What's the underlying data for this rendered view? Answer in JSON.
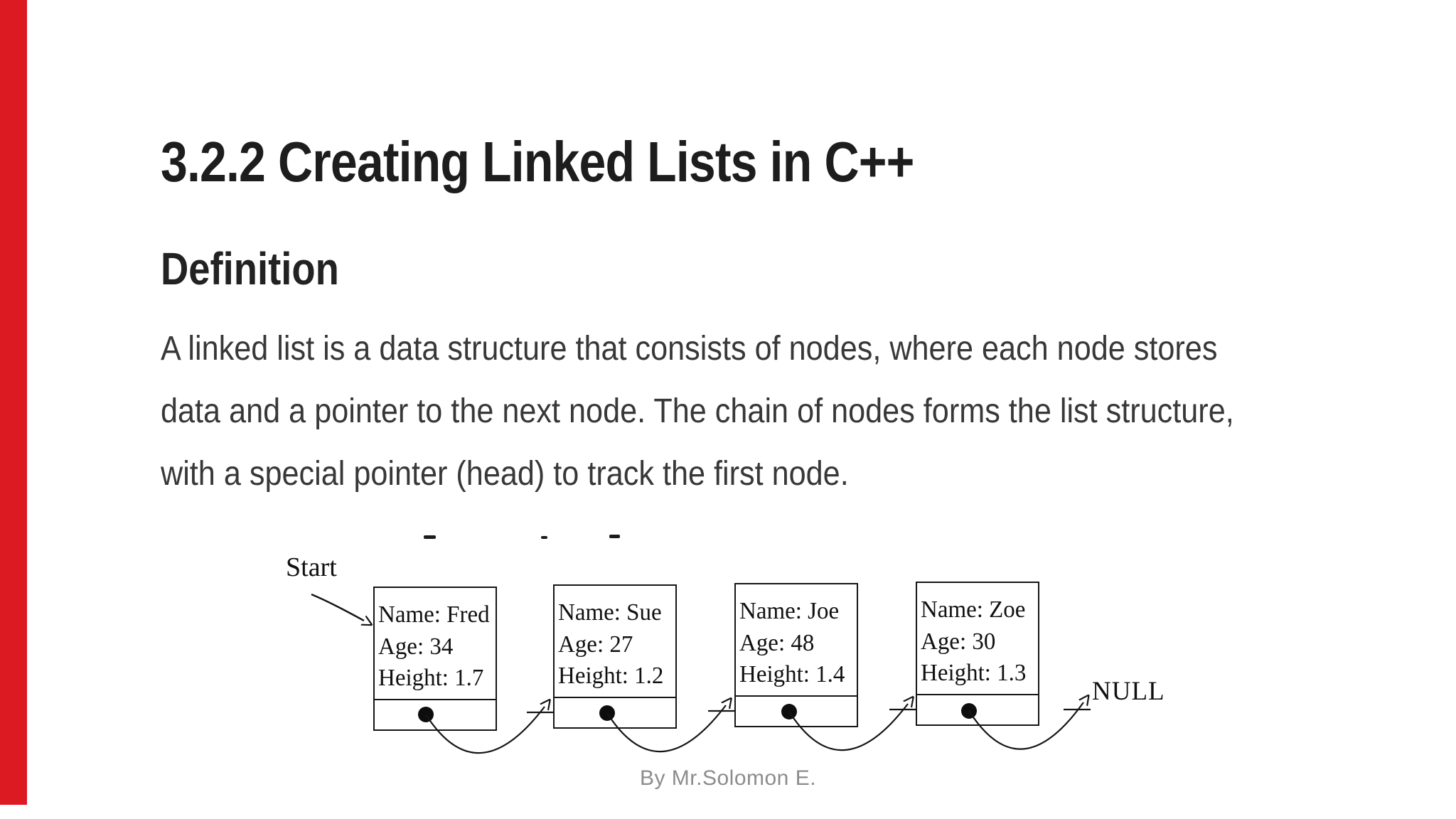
{
  "page": {
    "background": "#ffffff",
    "accent_color": "#db1b21"
  },
  "title": "3.2.2 Creating Linked Lists in C++",
  "section_heading": "Definition",
  "paragraph": {
    "lines": [
      "A linked list is a data structure that consists of nodes, where each node stores",
      "data and a pointer to the next node. The chain of nodes forms the list structure,",
      "with a special pointer (head) to track the first node."
    ]
  },
  "diagram": {
    "start_label": "Start",
    "null_label": "NULL",
    "nodes": [
      {
        "lines": [
          "Name: Fred",
          "Age: 34",
          "Height: 1.7"
        ]
      },
      {
        "lines": [
          "Name: Sue",
          "Age: 27",
          "Height: 1.2"
        ]
      },
      {
        "lines": [
          "Name: Joe",
          "Age: 48",
          "Height: 1.4"
        ]
      },
      {
        "lines": [
          "Name: Zoe",
          "Age: 30",
          "Height: 1.3"
        ]
      }
    ]
  },
  "footer": {
    "credit": "By Mr.Solomon E."
  }
}
